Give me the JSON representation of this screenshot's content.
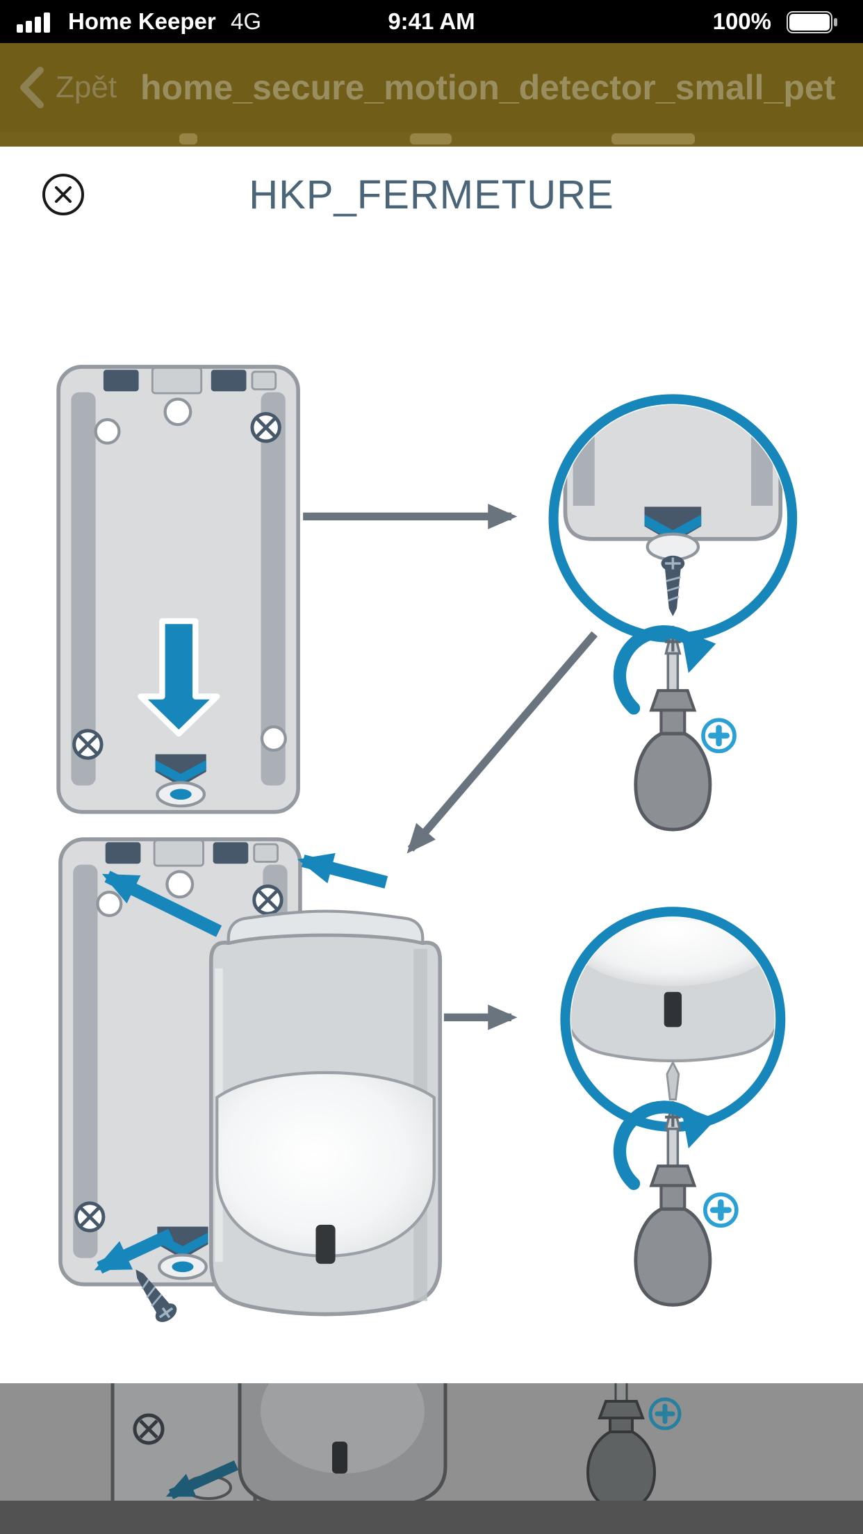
{
  "status_bar": {
    "carrier": "Home Keeper",
    "network": "4G",
    "time": "9:41 AM",
    "battery_percent": "100%"
  },
  "nav_bar": {
    "back_label": "Zpět",
    "title": "home_secure_motion_detector_small_pet"
  },
  "modal": {
    "title": "HKP_FERMETURE"
  },
  "colors": {
    "accent_blue": "#1786ba",
    "light_blue": "#2aa0d4",
    "slate": "#46586a",
    "modal_title_text": "#4a6478",
    "nav_background": "#6f5d18",
    "arrow_gray": "#6a747e",
    "status_bar_background": "#000000"
  },
  "icons": {
    "close": "circle-x-icon",
    "back": "chevron-left-icon",
    "signal": "signal-bars-icon",
    "battery": "battery-full-icon",
    "screw_type": "phillips-plus-icon",
    "rotation": "rotate-clockwise-arrow-icon"
  }
}
